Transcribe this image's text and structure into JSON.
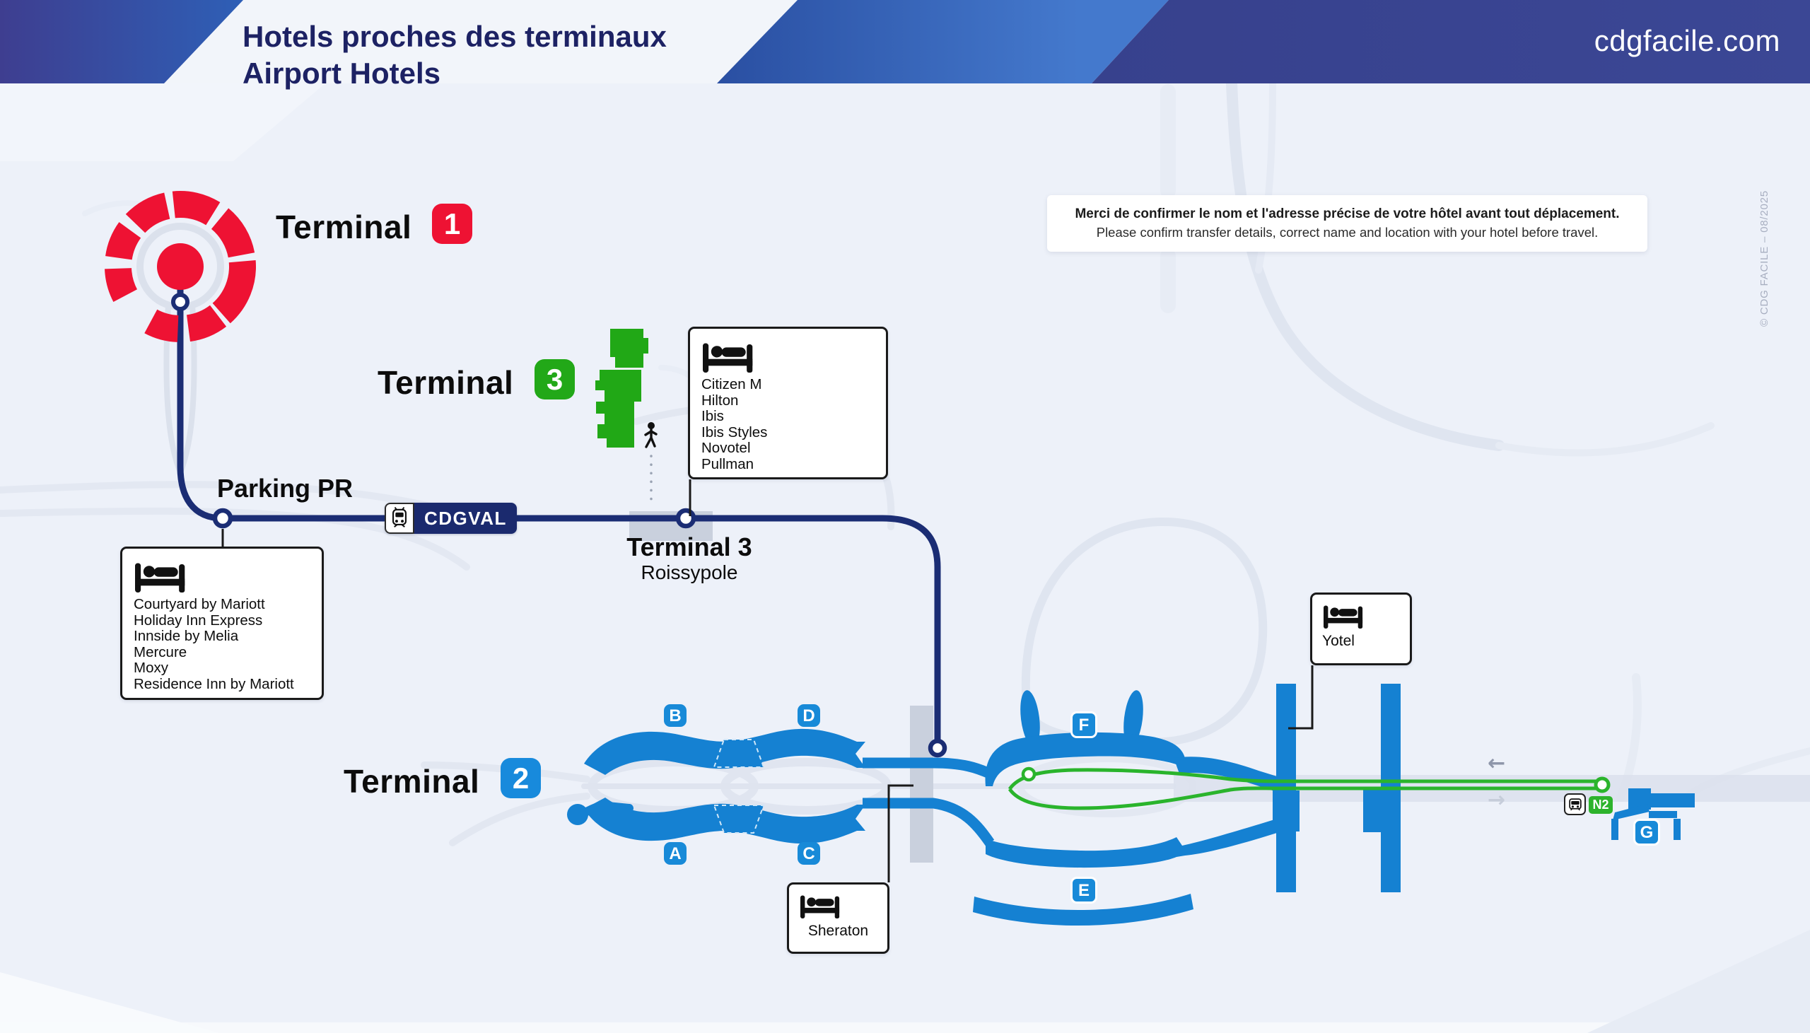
{
  "header": {
    "title_line1": "Hotels proches des terminaux",
    "title_line2": "Airport Hotels",
    "website": "cdgfacile.com"
  },
  "notice": {
    "fr": "Merci de confirmer le nom et l'adresse précise de votre hôtel avant tout déplacement.",
    "en": "Please confirm transfer details, correct name and location with your hotel before travel."
  },
  "labels": {
    "terminal_word": "Terminal",
    "t1_badge": "1",
    "t2_badge": "2",
    "t3_badge": "3",
    "parking": "Parking PR",
    "cdgval": "CDGVAL",
    "t3_station_line1": "Terminal 3",
    "t3_station_line2": "Roissypole",
    "n2": "N2",
    "arrow_left": "←",
    "arrow_right": "→",
    "copyright": "© CDG FACILE – 08/2025"
  },
  "gates": [
    "A",
    "B",
    "C",
    "D",
    "E",
    "F",
    "G"
  ],
  "hotels": {
    "parking_pr": [
      "Courtyard by Mariott",
      "Holiday Inn Express",
      "Innside by Melia",
      "Mercure",
      "Moxy",
      "Residence Inn by Mariott"
    ],
    "terminal_3": [
      "Citizen M",
      "Hilton",
      "Ibis",
      "Ibis Styles",
      "Novotel",
      "Pullman"
    ],
    "terminal_2_station": [
      "Yotel"
    ],
    "terminal_2": [
      "Sheraton"
    ]
  },
  "icons": {
    "hotel": "bed-icon",
    "cdgval": "train-icon",
    "n2": "bus-icon",
    "terminal_3_access": "walking-person-icon"
  },
  "colors": {
    "terminal1_red": "#ee1233",
    "terminal3_green": "#21a816",
    "terminal2_blue": "#1581d2",
    "gate_badge_blue": "#188ad8",
    "cdgval_navy": "#1b2d74",
    "bus_line_green": "#2ab42c",
    "header_navy": "#1d2264"
  }
}
